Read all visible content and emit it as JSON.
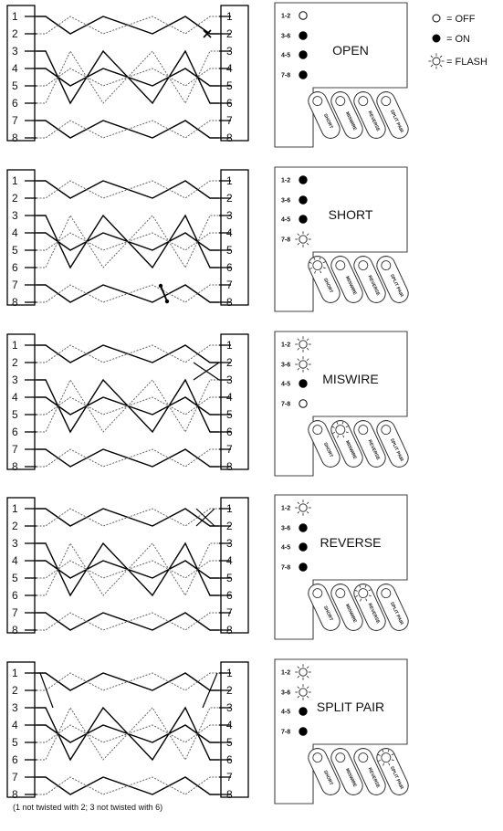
{
  "legend": [
    {
      "symbol": "off",
      "label": "= OFF"
    },
    {
      "symbol": "on",
      "label": "= ON"
    },
    {
      "symbol": "flash",
      "label": "= FLASH"
    }
  ],
  "pin_labels": [
    "1",
    "2",
    "3",
    "4",
    "5",
    "6",
    "7",
    "8"
  ],
  "led_labels": [
    "1-2",
    "3-6",
    "4-5",
    "7-8"
  ],
  "button_labels": [
    "SHORT",
    "MISWIRE",
    "REVERSE",
    "SPLIT PAIR"
  ],
  "panels": [
    {
      "status": "OPEN",
      "leds": [
        "off",
        "on",
        "on",
        "on"
      ],
      "flash_button": -1,
      "fault": "open"
    },
    {
      "status": "SHORT",
      "leds": [
        "on",
        "on",
        "on",
        "flash"
      ],
      "flash_button": 0,
      "fault": "short"
    },
    {
      "status": "MISWIRE",
      "leds": [
        "flash",
        "flash",
        "on",
        "off"
      ],
      "flash_button": 1,
      "fault": "miswire"
    },
    {
      "status": "REVERSE",
      "leds": [
        "flash",
        "on",
        "on",
        "on"
      ],
      "flash_button": 2,
      "fault": "reverse"
    },
    {
      "status": "SPLIT PAIR",
      "leds": [
        "flash",
        "flash",
        "on",
        "on"
      ],
      "flash_button": 3,
      "fault": "split"
    }
  ],
  "footnote": "(1 not twisted with 2; 3 not twisted with 6)"
}
